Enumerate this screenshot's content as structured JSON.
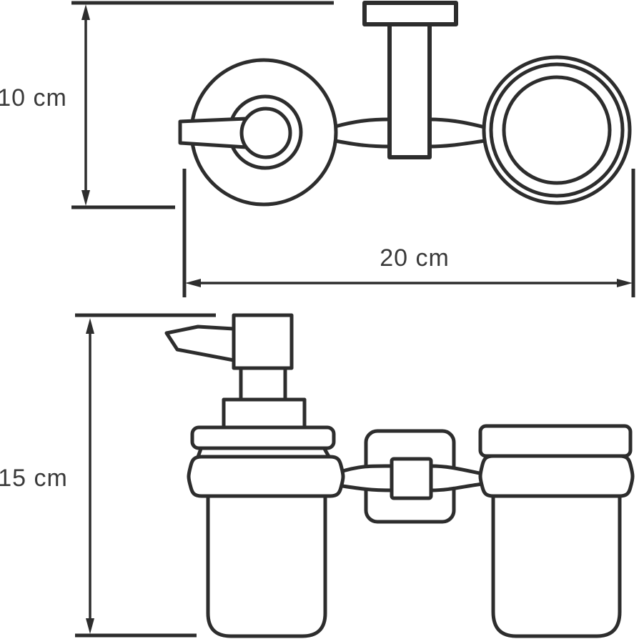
{
  "diagram": {
    "background": "#ffffff",
    "line_color": "#2d2d2d",
    "text_color": "#3a3a3a",
    "dimensions": {
      "depth": {
        "label": "10 cm",
        "value": 10,
        "unit": "cm",
        "orientation": "vertical",
        "view": "top"
      },
      "width": {
        "label": "20 cm",
        "value": 20,
        "unit": "cm",
        "orientation": "horizontal",
        "view": "top"
      },
      "height": {
        "label": "15 cm",
        "value": 15,
        "unit": "cm",
        "orientation": "vertical",
        "view": "front"
      }
    }
  }
}
